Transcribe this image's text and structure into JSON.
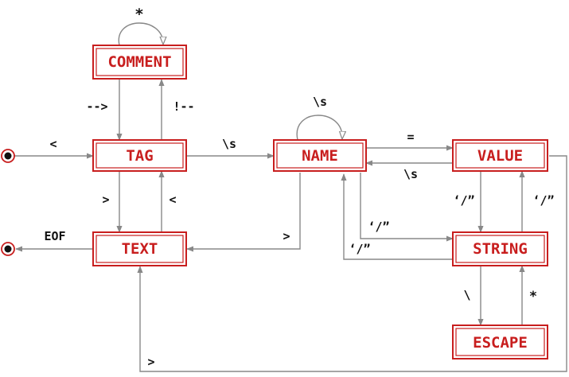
{
  "diagram": {
    "states": {
      "comment": "COMMENT",
      "tag": "TAG",
      "text": "TEXT",
      "name": "NAME",
      "value": "VALUE",
      "string": "STRING",
      "escape": "ESCAPE"
    },
    "edge_labels": {
      "comment_self": "*",
      "tag_to_comment": "!--",
      "comment_to_tag": "-->",
      "start_to_tag": "<",
      "tag_to_name": "\\s",
      "name_self": "\\s",
      "name_to_value": "=",
      "value_to_name": "\\s",
      "tag_to_text": ">",
      "text_to_tag": "<",
      "text_to_end": "EOF",
      "name_to_text": ">",
      "value_to_string": "‘/”",
      "string_to_value": "‘/”",
      "name_to_string": "‘/”",
      "string_to_name": "‘/”",
      "string_to_escape": "\\",
      "escape_to_string": "*",
      "value_to_text": ">"
    }
  }
}
